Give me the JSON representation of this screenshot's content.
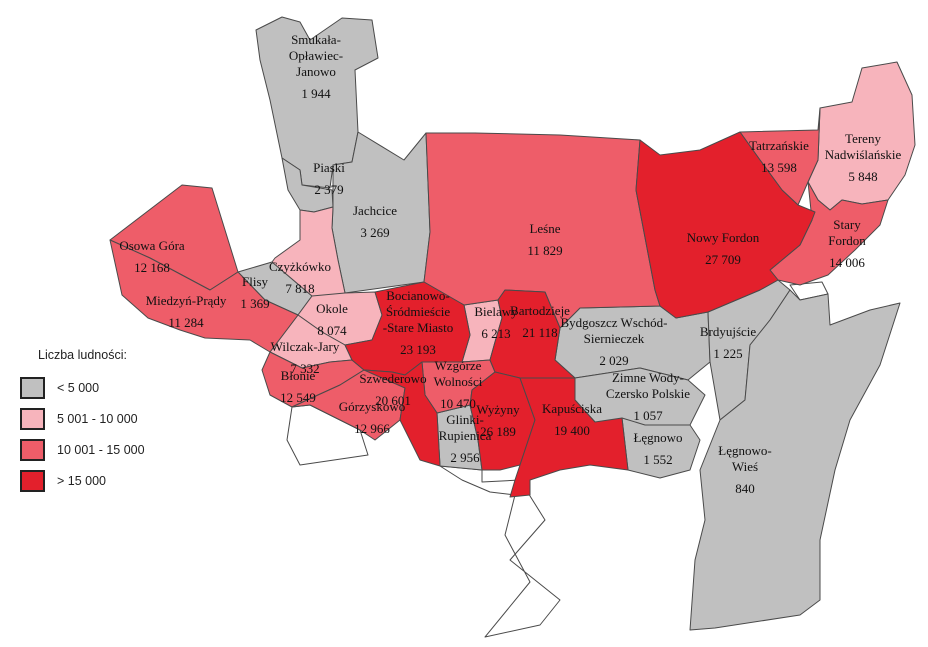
{
  "colors": {
    "lt5000": "#c0c0c0",
    "c5001_10000": "#f7b4bc",
    "c10001_15000": "#ee5d69",
    "gt15000": "#e3202c",
    "outside": "#ffffff",
    "border": "#4a4a4a"
  },
  "legend": {
    "title": "Liczba ludności:",
    "items": [
      {
        "label": "< 5 000",
        "color": "#c0c0c0"
      },
      {
        "label": "5 001 - 10 000",
        "color": "#f7b4bc"
      },
      {
        "label": "10 001 - 15 000",
        "color": "#ee5d69"
      },
      {
        "label": "> 15 000",
        "color": "#e3202c"
      }
    ]
  },
  "districts": {
    "smukala": {
      "name": [
        "Smukała-",
        "Opławiec-",
        "Janowo"
      ],
      "population": "1 944",
      "class": "<5000"
    },
    "piaski": {
      "name": [
        "Piaski"
      ],
      "population": "2 379",
      "class": "<5000"
    },
    "jachcice": {
      "name": [
        "Jachcice"
      ],
      "population": "3 269",
      "class": "<5000"
    },
    "lesne": {
      "name": [
        "Leśne"
      ],
      "population": "11 829",
      "class": "10001-15000"
    },
    "tatrzanskie": {
      "name": [
        "Tatrzańskie"
      ],
      "population": "13 598",
      "class": "10001-15000"
    },
    "tereny": {
      "name": [
        "Tereny",
        "Nadwiślańskie"
      ],
      "population": "5 848",
      "class": "5001-10000"
    },
    "nowyfordon": {
      "name": [
        "Nowy Fordon"
      ],
      "population": "27 709",
      "class": ">15000"
    },
    "staryfordon": {
      "name": [
        "Stary",
        "Fordon"
      ],
      "population": "14 006",
      "class": "10001-15000"
    },
    "osowagora": {
      "name": [
        "Osowa Góra"
      ],
      "population": "12 168",
      "class": "10001-15000"
    },
    "miedzyn": {
      "name": [
        "Miedzyń-Prądy"
      ],
      "population": "11 284",
      "class": "10001-15000"
    },
    "czyzkowko": {
      "name": [
        "Czyżkówko"
      ],
      "population": "7 818",
      "class": "5001-10000"
    },
    "flisy": {
      "name": [
        "Flisy"
      ],
      "population": "1 369",
      "class": "<5000"
    },
    "okole": {
      "name": [
        "Okole"
      ],
      "population": "8 074",
      "class": "5001-10000"
    },
    "wilczak": {
      "name": [
        "Wilczak-Jary"
      ],
      "population": "7 332",
      "class": "5001-10000"
    },
    "blonie": {
      "name": [
        "Błonie"
      ],
      "population": "12 549",
      "class": "10001-15000"
    },
    "bocianowo": {
      "name": [
        "Bocianowo-",
        "Śródmieście",
        "-Stare Miasto"
      ],
      "population": "23 193",
      "class": ">15000"
    },
    "bielawy": {
      "name": [
        "Bielawy"
      ],
      "population": "6 213",
      "class": "5001-10000"
    },
    "bartodzieje": {
      "name": [
        "Bartodzieje"
      ],
      "population": "21 118",
      "class": ">15000"
    },
    "bydgoszczwsch": {
      "name": [
        "Bydgoszcz Wschód-",
        "Siernieczek"
      ],
      "population": "2 029",
      "class": "<5000"
    },
    "brdyujscie": {
      "name": [
        "Brdyujście"
      ],
      "population": "1 225",
      "class": "<5000"
    },
    "szwederowo": {
      "name": [
        "Szwederowo"
      ],
      "population": "20 601",
      "class": ">15000"
    },
    "wzgorze": {
      "name": [
        "Wzgórze",
        "Wolności"
      ],
      "population": "10 470",
      "class": "10001-15000"
    },
    "gorzyskowo": {
      "name": [
        "Górzyskowo"
      ],
      "population": "12 966",
      "class": "10001-15000"
    },
    "wyzyny": {
      "name": [
        "Wyżyny"
      ],
      "population": "26 189",
      "class": ">15000"
    },
    "kapusciska": {
      "name": [
        "Kapuściska"
      ],
      "population": "19 400",
      "class": ">15000"
    },
    "glinki": {
      "name": [
        "Glinki-",
        "Rupienica"
      ],
      "population": "2 956",
      "class": "<5000"
    },
    "zimnewody": {
      "name": [
        "Zimne Wody-",
        "Czersko Polskie"
      ],
      "population": "1 057",
      "class": "<5000"
    },
    "legnowo": {
      "name": [
        "Łęgnowo"
      ],
      "population": "1 552",
      "class": "<5000"
    },
    "legnowowies": {
      "name": [
        "Łęgnowo-",
        "Wieś"
      ],
      "population": "840",
      "class": "<5000"
    }
  }
}
